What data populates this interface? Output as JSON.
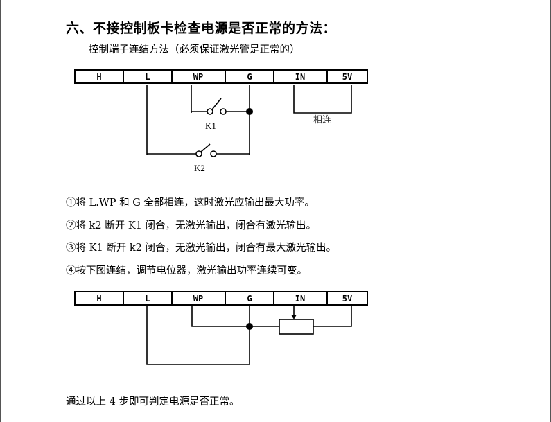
{
  "heading": "六、不接控制板卡检查电源是否正常的方法：",
  "subheading": "控制端子连结方法（必须保证激光管是正常的）",
  "terminals": [
    "H",
    "L",
    "WP",
    "G",
    "IN",
    "5V"
  ],
  "diagram1": {
    "switch_k1": "K1",
    "switch_k2": "K2",
    "connect_label": "相连"
  },
  "steps": [
    "①将 L.WP 和 G 全部相连，这时激光应输出最大功率。",
    "②将 k2 断开 K1 闭合，无激光输出，闭合有激光输出。",
    "③将 K1 断开 k2 闭合，无激光输出，闭合有最大激光输出。",
    "④按下图连结，调节电位器，激光输出功率连续可变。"
  ],
  "conclusion": "通过以上 4 步即可判定电源是否正常。",
  "colors": {
    "line": "#000000",
    "border": "#555555"
  }
}
